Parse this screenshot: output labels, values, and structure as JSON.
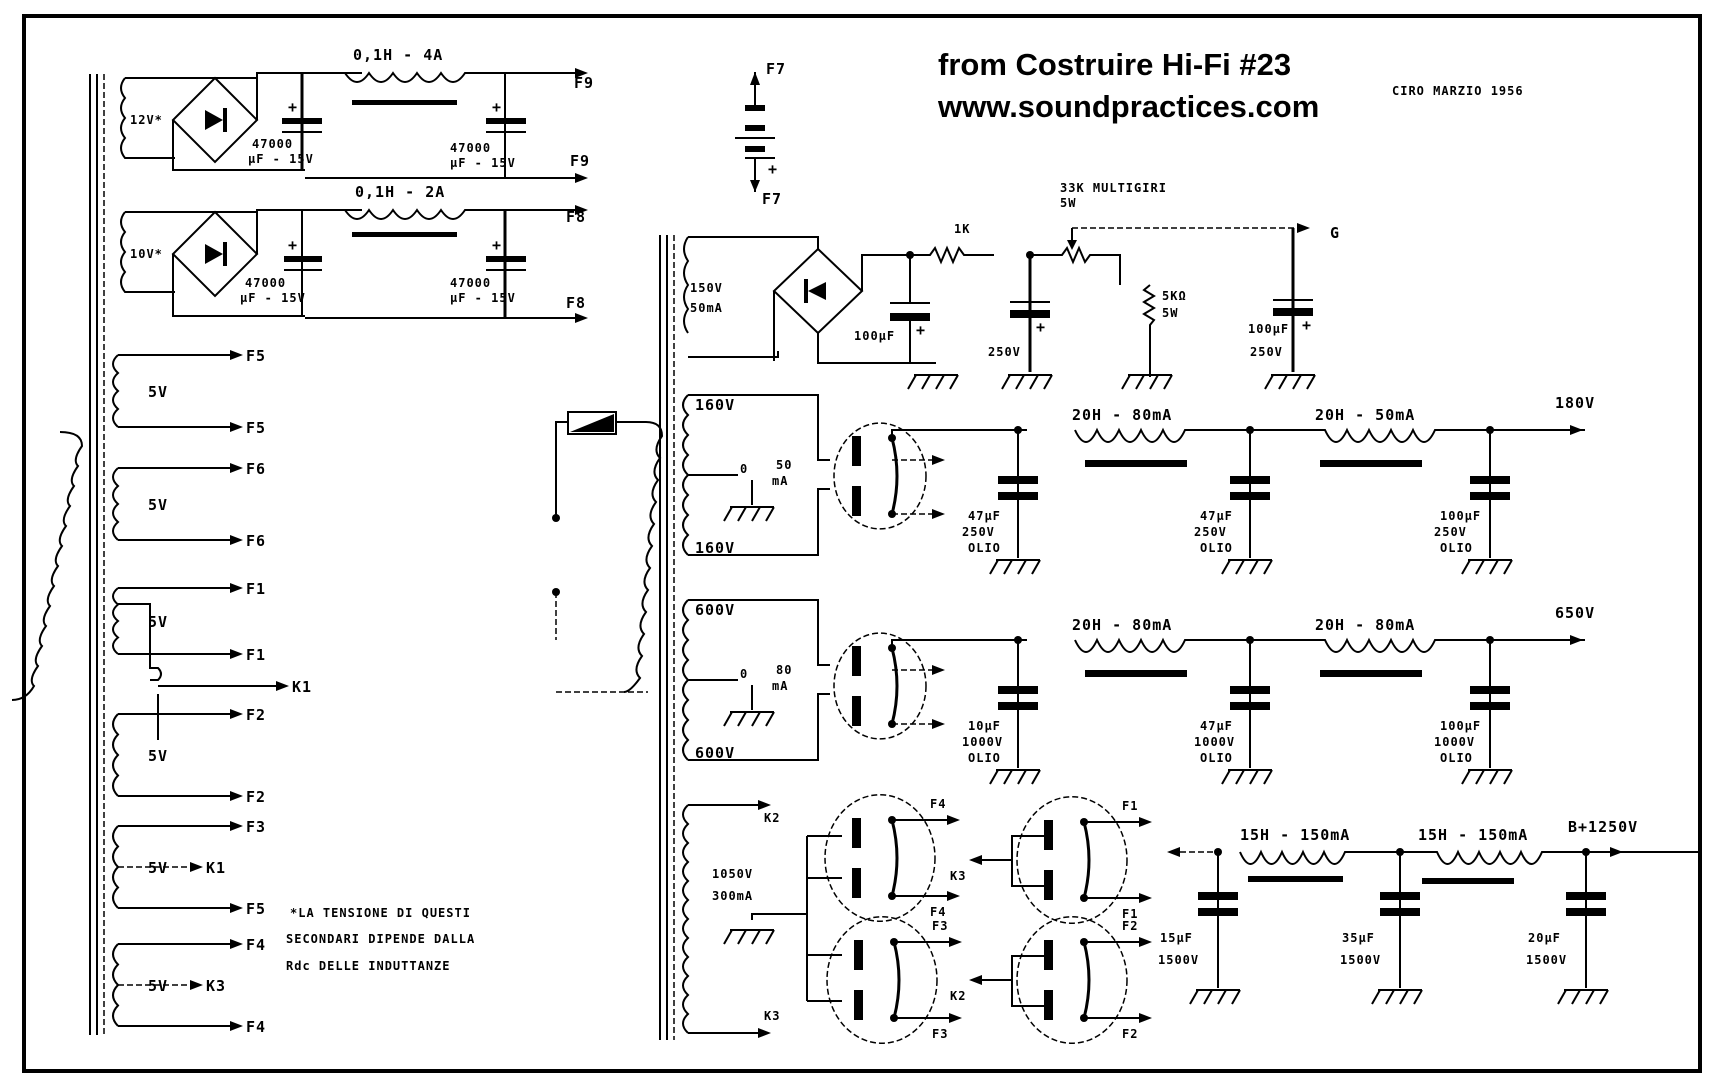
{
  "header": {
    "title_line1": "from Costruire Hi-Fi #23",
    "title_line2": "www.soundpractices.com",
    "author_note": "CIRO MARZIO 1956"
  },
  "filament_supplies": [
    {
      "secondary": "12V*",
      "choke": "0,1H - 4A",
      "cap_in": [
        "47000",
        "μF - 15V"
      ],
      "cap_out": [
        "47000",
        "μF - 15V"
      ],
      "out_pos": "F9",
      "out_neg": "F9"
    },
    {
      "secondary": "10V*",
      "choke": "0,1H - 2A",
      "cap_in": [
        "47000",
        "μF - 15V"
      ],
      "cap_out": [
        "47000",
        "μF - 15V"
      ],
      "out_pos": "F8",
      "out_neg": "F8"
    }
  ],
  "battery": {
    "top": "F7",
    "bottom": "F7",
    "plus": "+"
  },
  "heater_windings": [
    {
      "voltage": "5V",
      "taps": [
        "F5",
        "F5"
      ]
    },
    {
      "voltage": "5V",
      "taps": [
        "F6",
        "F6"
      ]
    },
    {
      "voltage": "5V",
      "taps": [
        "F1",
        "F1"
      ]
    },
    {
      "voltage": "5V",
      "taps": [
        "F2",
        "F2"
      ],
      "ct": "K1"
    },
    {
      "voltage": "5V",
      "taps": [
        "F3",
        "F5"
      ],
      "ct": "K1"
    },
    {
      "voltage": "5V",
      "taps": [
        "F4",
        "F4"
      ],
      "ct": "K3"
    }
  ],
  "footnote": [
    "*LA TENSIONE DI QUESTI",
    "SECONDARI DIPENDE DALLA",
    "Rdc DELLE INDUTTANZE"
  ],
  "bias_supply": {
    "secondary": [
      "150V",
      "50mA"
    ],
    "cap1": "100μF",
    "resistor": "1K",
    "cap2": "250V",
    "pot": [
      "33K MULTIGIRI",
      "5W"
    ],
    "resistor2": [
      "5KΩ",
      "5W"
    ],
    "cap3": [
      "100μF",
      "250V"
    ],
    "output": "G",
    "plus": "+"
  },
  "supply_180": {
    "winding_top": "160V",
    "winding_bottom": "160V",
    "ct": "0",
    "current": [
      "50",
      "mA"
    ],
    "choke1": "20H - 80mA",
    "choke2": "20H - 50mA",
    "caps": [
      [
        "47μF",
        "250V",
        "OLIO"
      ],
      [
        "47μF",
        "250V",
        "OLIO"
      ],
      [
        "100μF",
        "250V",
        "OLIO"
      ]
    ],
    "output": "180V"
  },
  "supply_650": {
    "winding_top": "600V",
    "winding_bottom": "600V",
    "ct": "0",
    "current": [
      "80",
      "mA"
    ],
    "choke1": "20H - 80mA",
    "choke2": "20H - 80mA",
    "caps": [
      [
        "10μF",
        "1000V",
        "OLIO"
      ],
      [
        "47μF",
        "1000V",
        "OLIO"
      ],
      [
        "100μF",
        "1000V",
        "OLIO"
      ]
    ],
    "output": "650V"
  },
  "supply_hv": {
    "secondary": [
      "1050V",
      "300mA"
    ],
    "top_tap": "K2",
    "bottom_tap": "K3",
    "tubes": [
      {
        "fil_a": "F4",
        "fil_b": "F4"
      },
      {
        "fil_a": "F1",
        "fil_b": "F1",
        "cathode": "K3"
      },
      {
        "fil_a": "F3",
        "fil_b": "F3"
      },
      {
        "fil_a": "F2",
        "fil_b": "F2",
        "cathode": "K2"
      }
    ],
    "choke1": "15H - 150mA",
    "choke2": "15H - 150mA",
    "caps": [
      [
        "15μF",
        "1500V"
      ],
      [
        "35μF",
        "1500V"
      ],
      [
        "20μF",
        "1500V"
      ]
    ],
    "output": "B+1250V"
  }
}
